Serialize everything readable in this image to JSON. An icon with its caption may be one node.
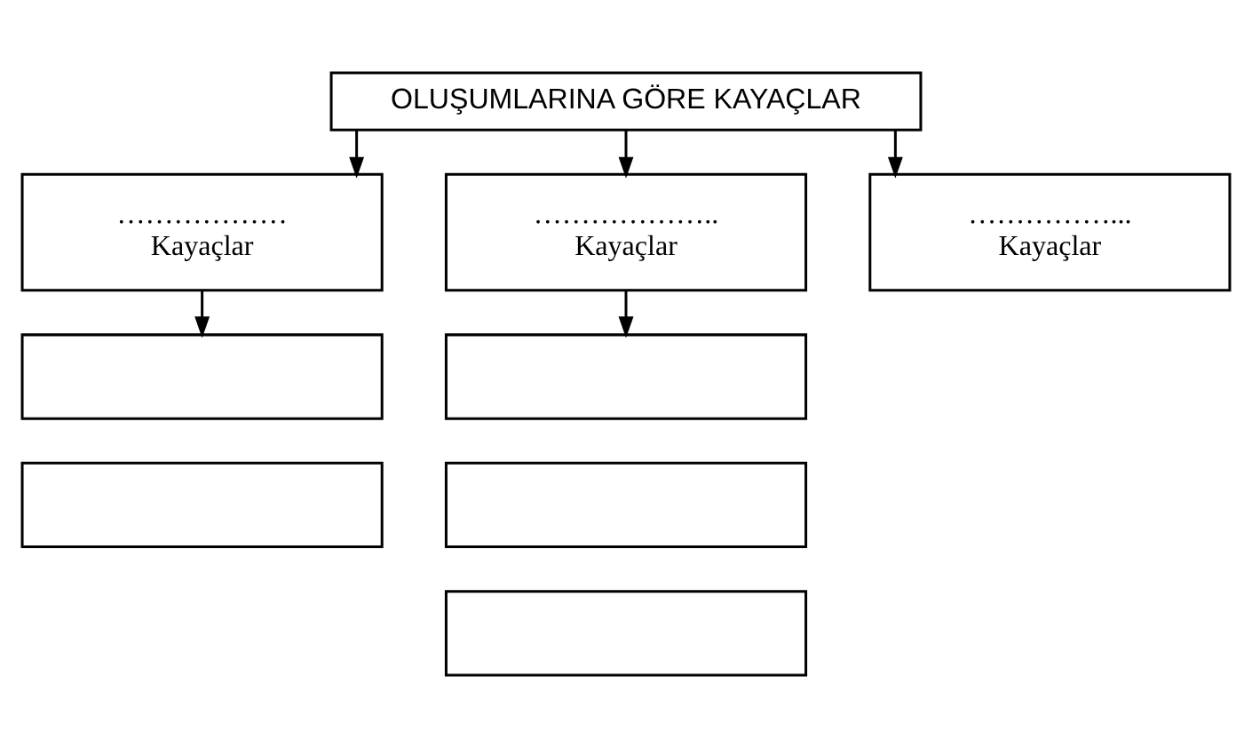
{
  "diagram": {
    "nodes": [
      {
        "text": [
          "OLUŞUMLARINA GÖRE KAYAÇLAR"
        ]
      },
      {
        "text": [
          "………………",
          "Kayaçlar"
        ]
      },
      {
        "text": [
          "………………..",
          "Kayaçlar"
        ]
      },
      {
        "text": [
          "……………...",
          "Kayaçlar"
        ]
      },
      {
        "text": [],
        "shape": "box"
      },
      {
        "text": [],
        "shape": "box"
      },
      {
        "text": [],
        "shape": "box"
      },
      {
        "text": [],
        "shape": "box"
      },
      {
        "text": [],
        "shape": "box"
      }
    ],
    "edges": [
      {
        "from": 0,
        "to": 1,
        "arrow": "to"
      },
      {
        "from": 0,
        "to": 2,
        "arrow": "to"
      },
      {
        "from": 0,
        "to": 3,
        "arrow": "to"
      },
      {
        "from": 1,
        "to": 4,
        "arrow": "to"
      },
      {
        "from": 2,
        "to": 6,
        "arrow": "to"
      }
    ]
  }
}
